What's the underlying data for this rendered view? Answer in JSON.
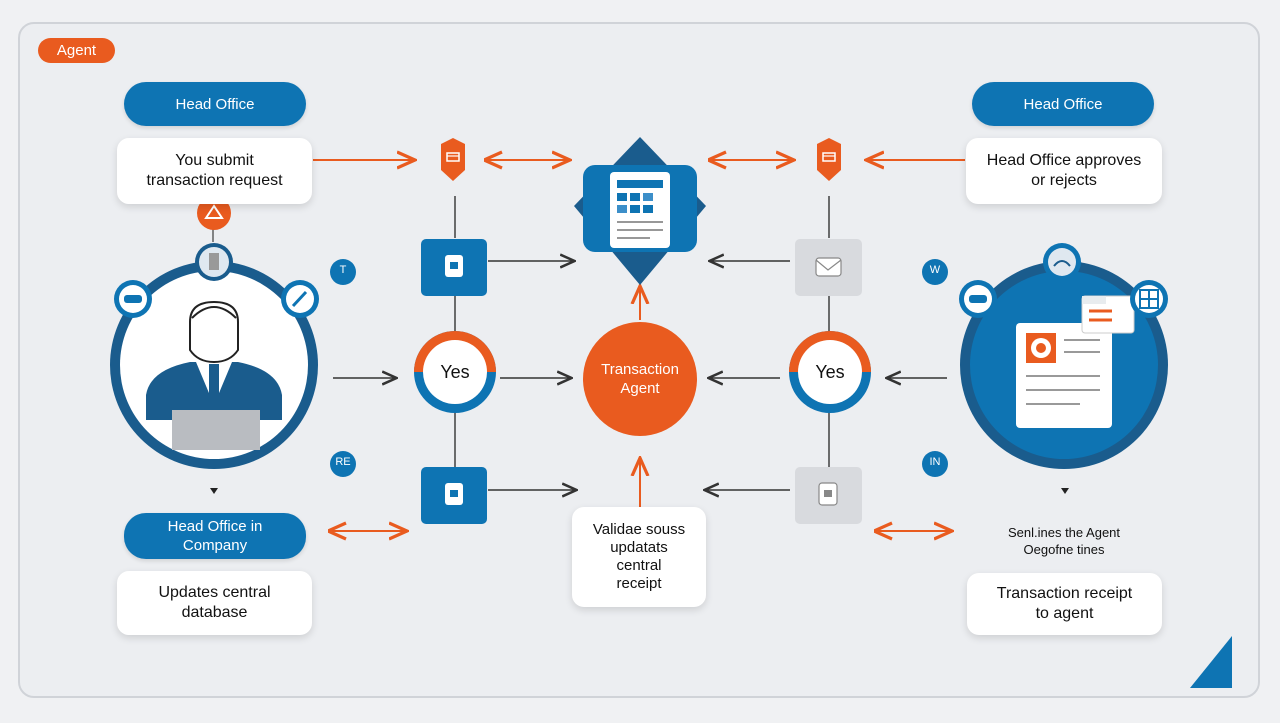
{
  "tag": "Agent",
  "left": {
    "top_pill": "Head Office",
    "top_card_line1": "You submit",
    "top_card_line2": "transaction request",
    "bottom_pill_line1": "Head Office in",
    "bottom_pill_line2": "Company",
    "bottom_card_line1": "Updates central",
    "bottom_card_line2": "database",
    "side_badge_top": "T",
    "side_badge_bottom": "RE"
  },
  "right": {
    "top_pill": "Head Office",
    "top_card_line1": "Head Office approves",
    "top_card_line2": "or rejects",
    "mid_text_line1": "Senl.ines the Agent",
    "mid_text_line2": "Oegofne tines",
    "bottom_card_line1": "Transaction receipt",
    "bottom_card_line2": "to agent",
    "side_badge_top": "W",
    "side_badge_bottom": "IN"
  },
  "center": {
    "circle_line1": "Transaction",
    "circle_line2": "Agent",
    "card_line1": "Validae souss",
    "card_line2": "updatats",
    "card_line3": "central",
    "card_line4": "receipt"
  },
  "yes_left": "Yes",
  "yes_right": "Yes",
  "colors": {
    "blue": "#0e74b3",
    "dark_blue": "#1a5c8d",
    "orange": "#e95b1f",
    "gray": "#d8dade"
  }
}
